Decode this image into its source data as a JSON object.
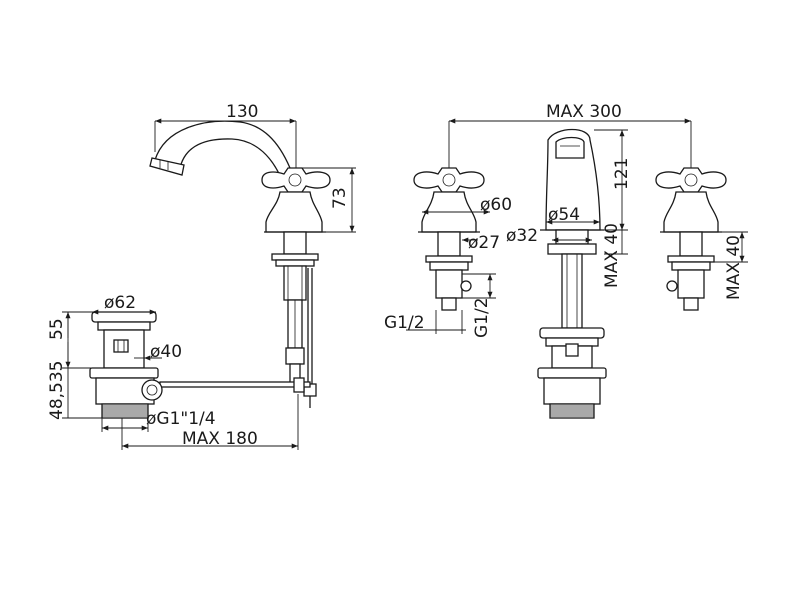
{
  "dimensions": {
    "spout_reach": "130",
    "spout_height": "73",
    "pop_up_cap_diameter": "ø62",
    "pop_up_body_diameter": "ø40",
    "pop_up_upper_height": "55",
    "pop_up_lower_height": "48,535",
    "pop_up_thread": "øG1\"1/4",
    "pop_up_lever_max": "MAX 180",
    "spread_max": "MAX 300",
    "handle_flange_diameter": "ø60",
    "handle_base_diameter": "ø27",
    "spout_base_diameter_32": "ø32",
    "spout_flange_diameter": "ø54",
    "center_spout_height": "121",
    "center_shank_max": "MAX 40",
    "inlet_thread_horizontal": "G1/2",
    "inlet_thread_vertical": "G1/2",
    "right_shank_max": "MAX 40"
  }
}
